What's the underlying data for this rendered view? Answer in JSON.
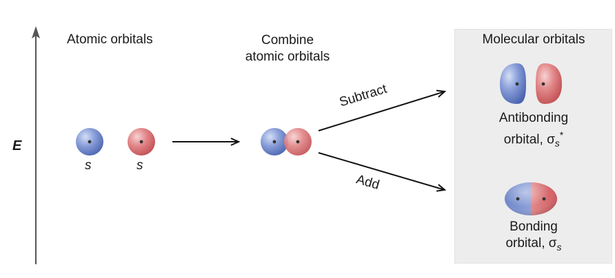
{
  "energy_axis": {
    "label": "E"
  },
  "atomic": {
    "heading": "Atomic orbitals",
    "orbital_label_1": "s",
    "orbital_label_2": "s"
  },
  "combine": {
    "heading_line1": "Combine",
    "heading_line2": "atomic orbitals"
  },
  "arrows": {
    "subtract_label": "Subtract",
    "add_label": "Add"
  },
  "molecular": {
    "heading": "Molecular orbitals",
    "antibonding_line1": "Antibonding",
    "antibonding_line2": "orbital, ",
    "antibonding_symbol": "σ",
    "antibonding_subscript": "s",
    "antibonding_superscript": "*",
    "bonding_line1": "Bonding",
    "bonding_line2": "orbital, ",
    "bonding_symbol": "σ",
    "bonding_subscript": "s"
  },
  "colors": {
    "blue_lobe": "#6f87c9",
    "red_lobe": "#dd6f72",
    "panel_bg": "#ededed",
    "arrow": "#111111",
    "axis": "#555555"
  }
}
